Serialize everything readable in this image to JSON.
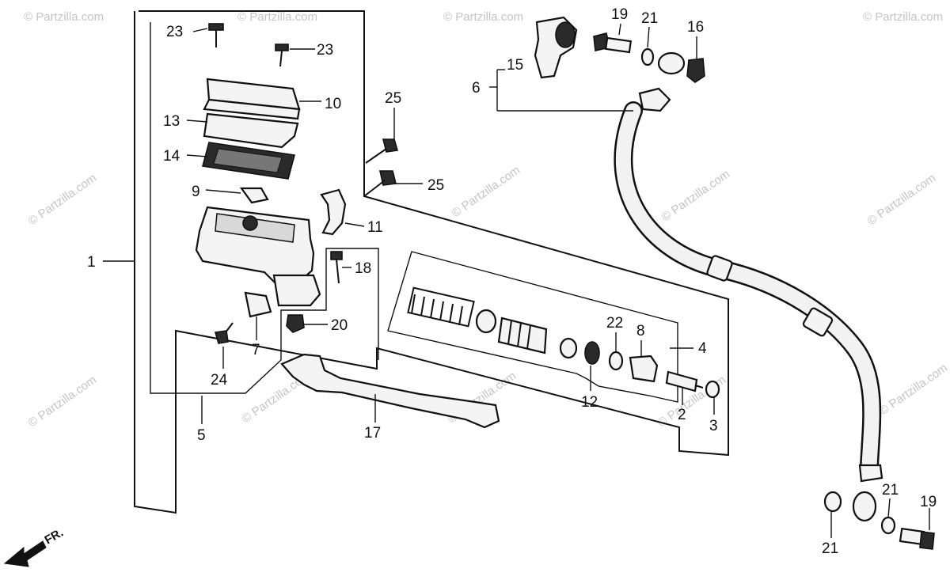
{
  "watermark": "© Partzilla.com",
  "direction_label": "FR.",
  "callouts": {
    "p1": "1",
    "p2": "2",
    "p3": "3",
    "p4": "4",
    "p5": "5",
    "p6": "6",
    "p7": "7",
    "p8": "8",
    "p9": "9",
    "p10": "10",
    "p11": "11",
    "p12": "12",
    "p13": "13",
    "p14": "14",
    "p15": "15",
    "p16": "16",
    "p17": "17",
    "p18": "18",
    "p19": "19",
    "p20": "20",
    "p21": "21",
    "p22": "22",
    "p23": "23",
    "p24": "24",
    "p25": "25"
  }
}
